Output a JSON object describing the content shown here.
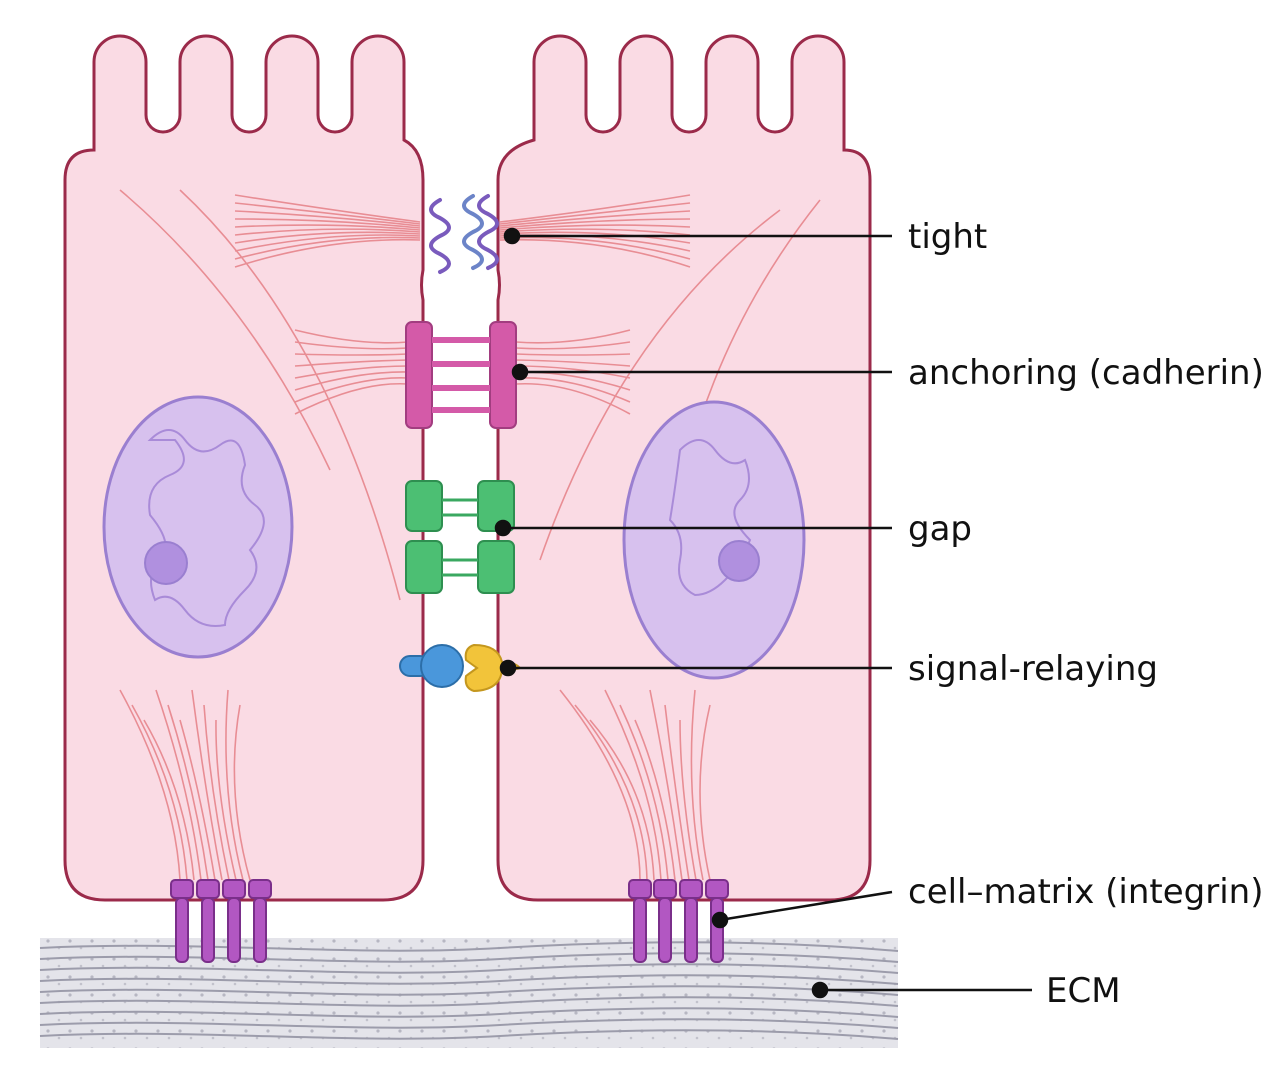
{
  "labels": {
    "tight": "tight",
    "anchoring": "anchoring (cadherin)",
    "gap": "gap",
    "signal": "signal-relaying",
    "integrin": "cell–matrix (integrin)",
    "ecm": "ECM"
  },
  "colors": {
    "cell_fill": "#fadbe4",
    "cell_outline": "#9b2a4a",
    "nucleus_fill": "#d7c1ee",
    "nucleus_outline": "#9a7fd0",
    "filament": "#e3747a",
    "tight_junction": "#7a5bbd",
    "cadherin": "#d45aa8",
    "gap_junction": "#4cbf73",
    "signal_ligand": "#4a97db",
    "signal_receptor": "#f2c43a",
    "integrin": "#b257c2",
    "ecm_fill": "#e4e4ea",
    "ecm_fiber": "#9c9cab",
    "leader": "#111111"
  }
}
